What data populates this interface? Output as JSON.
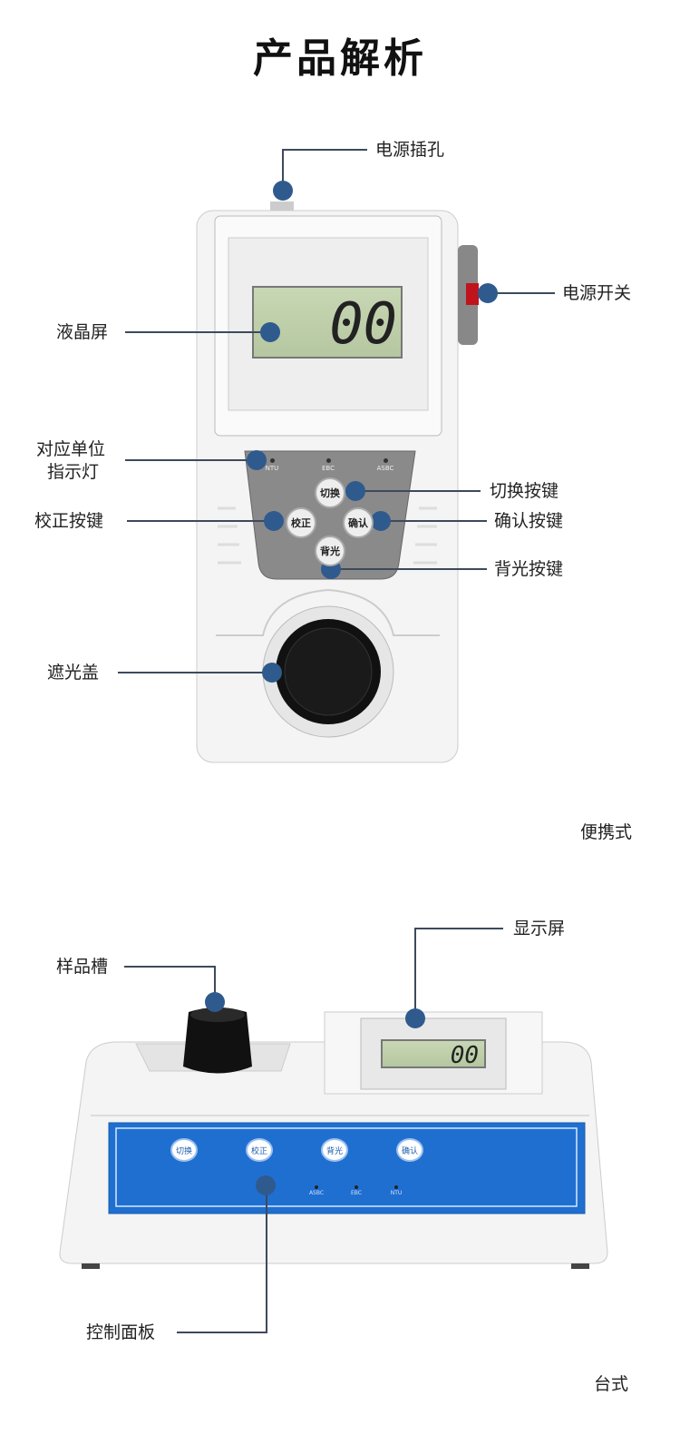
{
  "title": "产品解析",
  "portable": {
    "caption": "便携式",
    "lcd_value": "00",
    "indicators": [
      "NTU",
      "EBC",
      "ASBC"
    ],
    "buttons": {
      "switch": "切换",
      "calibrate": "校正",
      "confirm": "确认",
      "backlight": "背光"
    },
    "callouts": {
      "power_jack": "电源插孔",
      "power_switch": "电源开关",
      "lcd": "液晶屏",
      "unit_indicator_line1": "对应单位",
      "unit_indicator_line2": "指示灯",
      "switch_key": "切换按键",
      "calibrate_key": "校正按键",
      "confirm_key": "确认按键",
      "backlight_key": "背光按键",
      "light_cover": "遮光盖"
    }
  },
  "benchtop": {
    "caption": "台式",
    "lcd_value": "00",
    "buttons": [
      "切换",
      "校正",
      "背光",
      "确认"
    ],
    "indicators": [
      "ASBC",
      "EBC",
      "NTU"
    ],
    "callouts": {
      "display": "显示屏",
      "sample_slot": "样品槽",
      "control_panel": "控制面板"
    }
  }
}
